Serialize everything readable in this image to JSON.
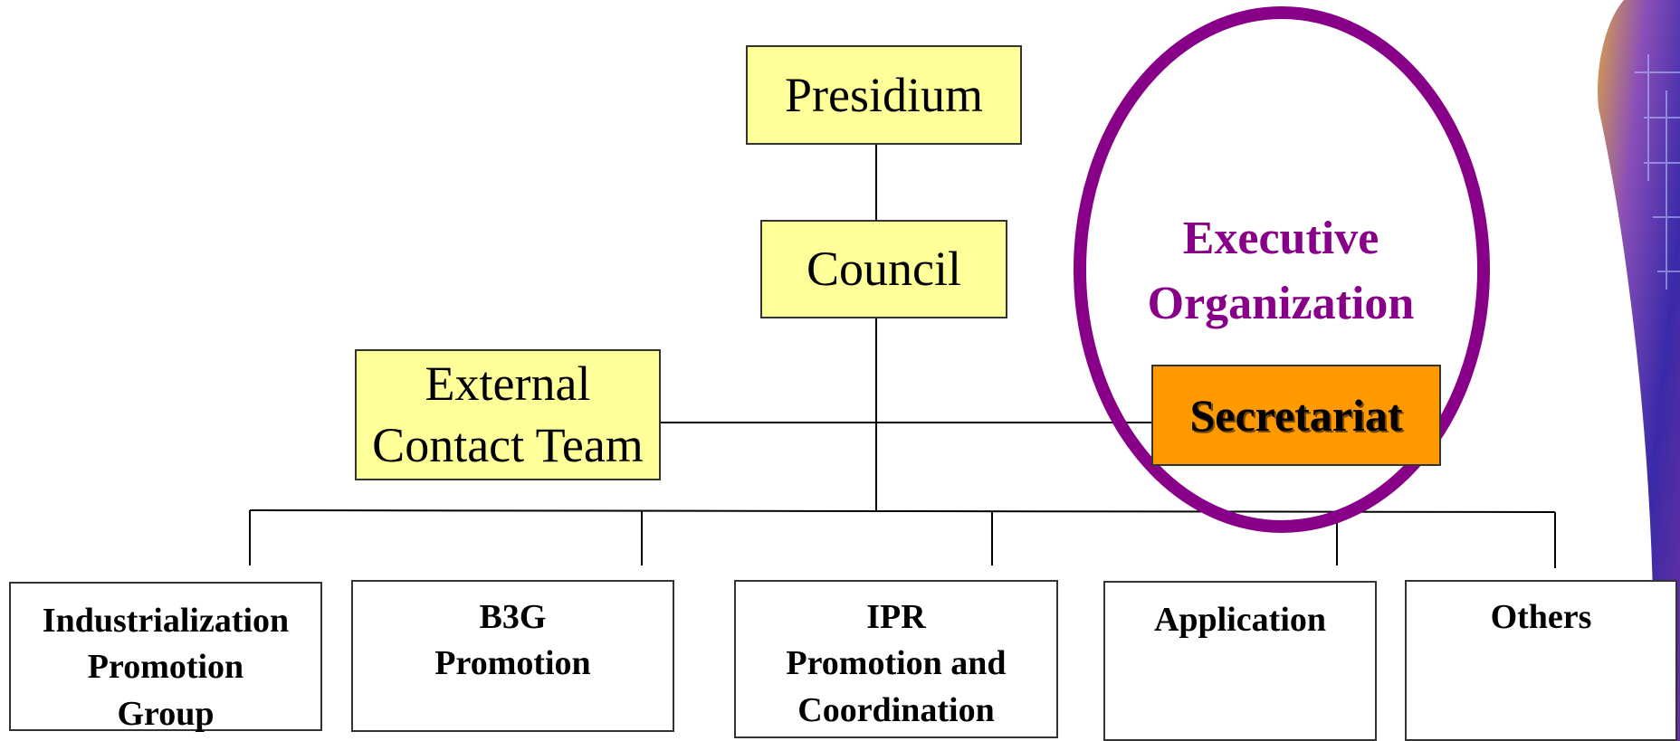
{
  "nodes": {
    "presidium": "Presidium",
    "council": "Council",
    "external_contact": {
      "line1": "External",
      "line2": "Contact Team"
    },
    "secretariat": "Secretariat",
    "executive_org": {
      "line1": "Executive",
      "line2": "Organization"
    }
  },
  "groups": [
    {
      "lines": [
        "Industrialization",
        "Promotion",
        "Group"
      ]
    },
    {
      "lines": [
        "B3G",
        "Promotion"
      ]
    },
    {
      "lines": [
        "IPR",
        "Promotion and",
        "Coordination"
      ]
    },
    {
      "lines": [
        "Application"
      ]
    },
    {
      "lines": [
        "Others"
      ]
    }
  ],
  "colors": {
    "yellow_box": "#ffff99",
    "secretariat_box": "#ff9900",
    "executive_ellipse": "#880088"
  }
}
